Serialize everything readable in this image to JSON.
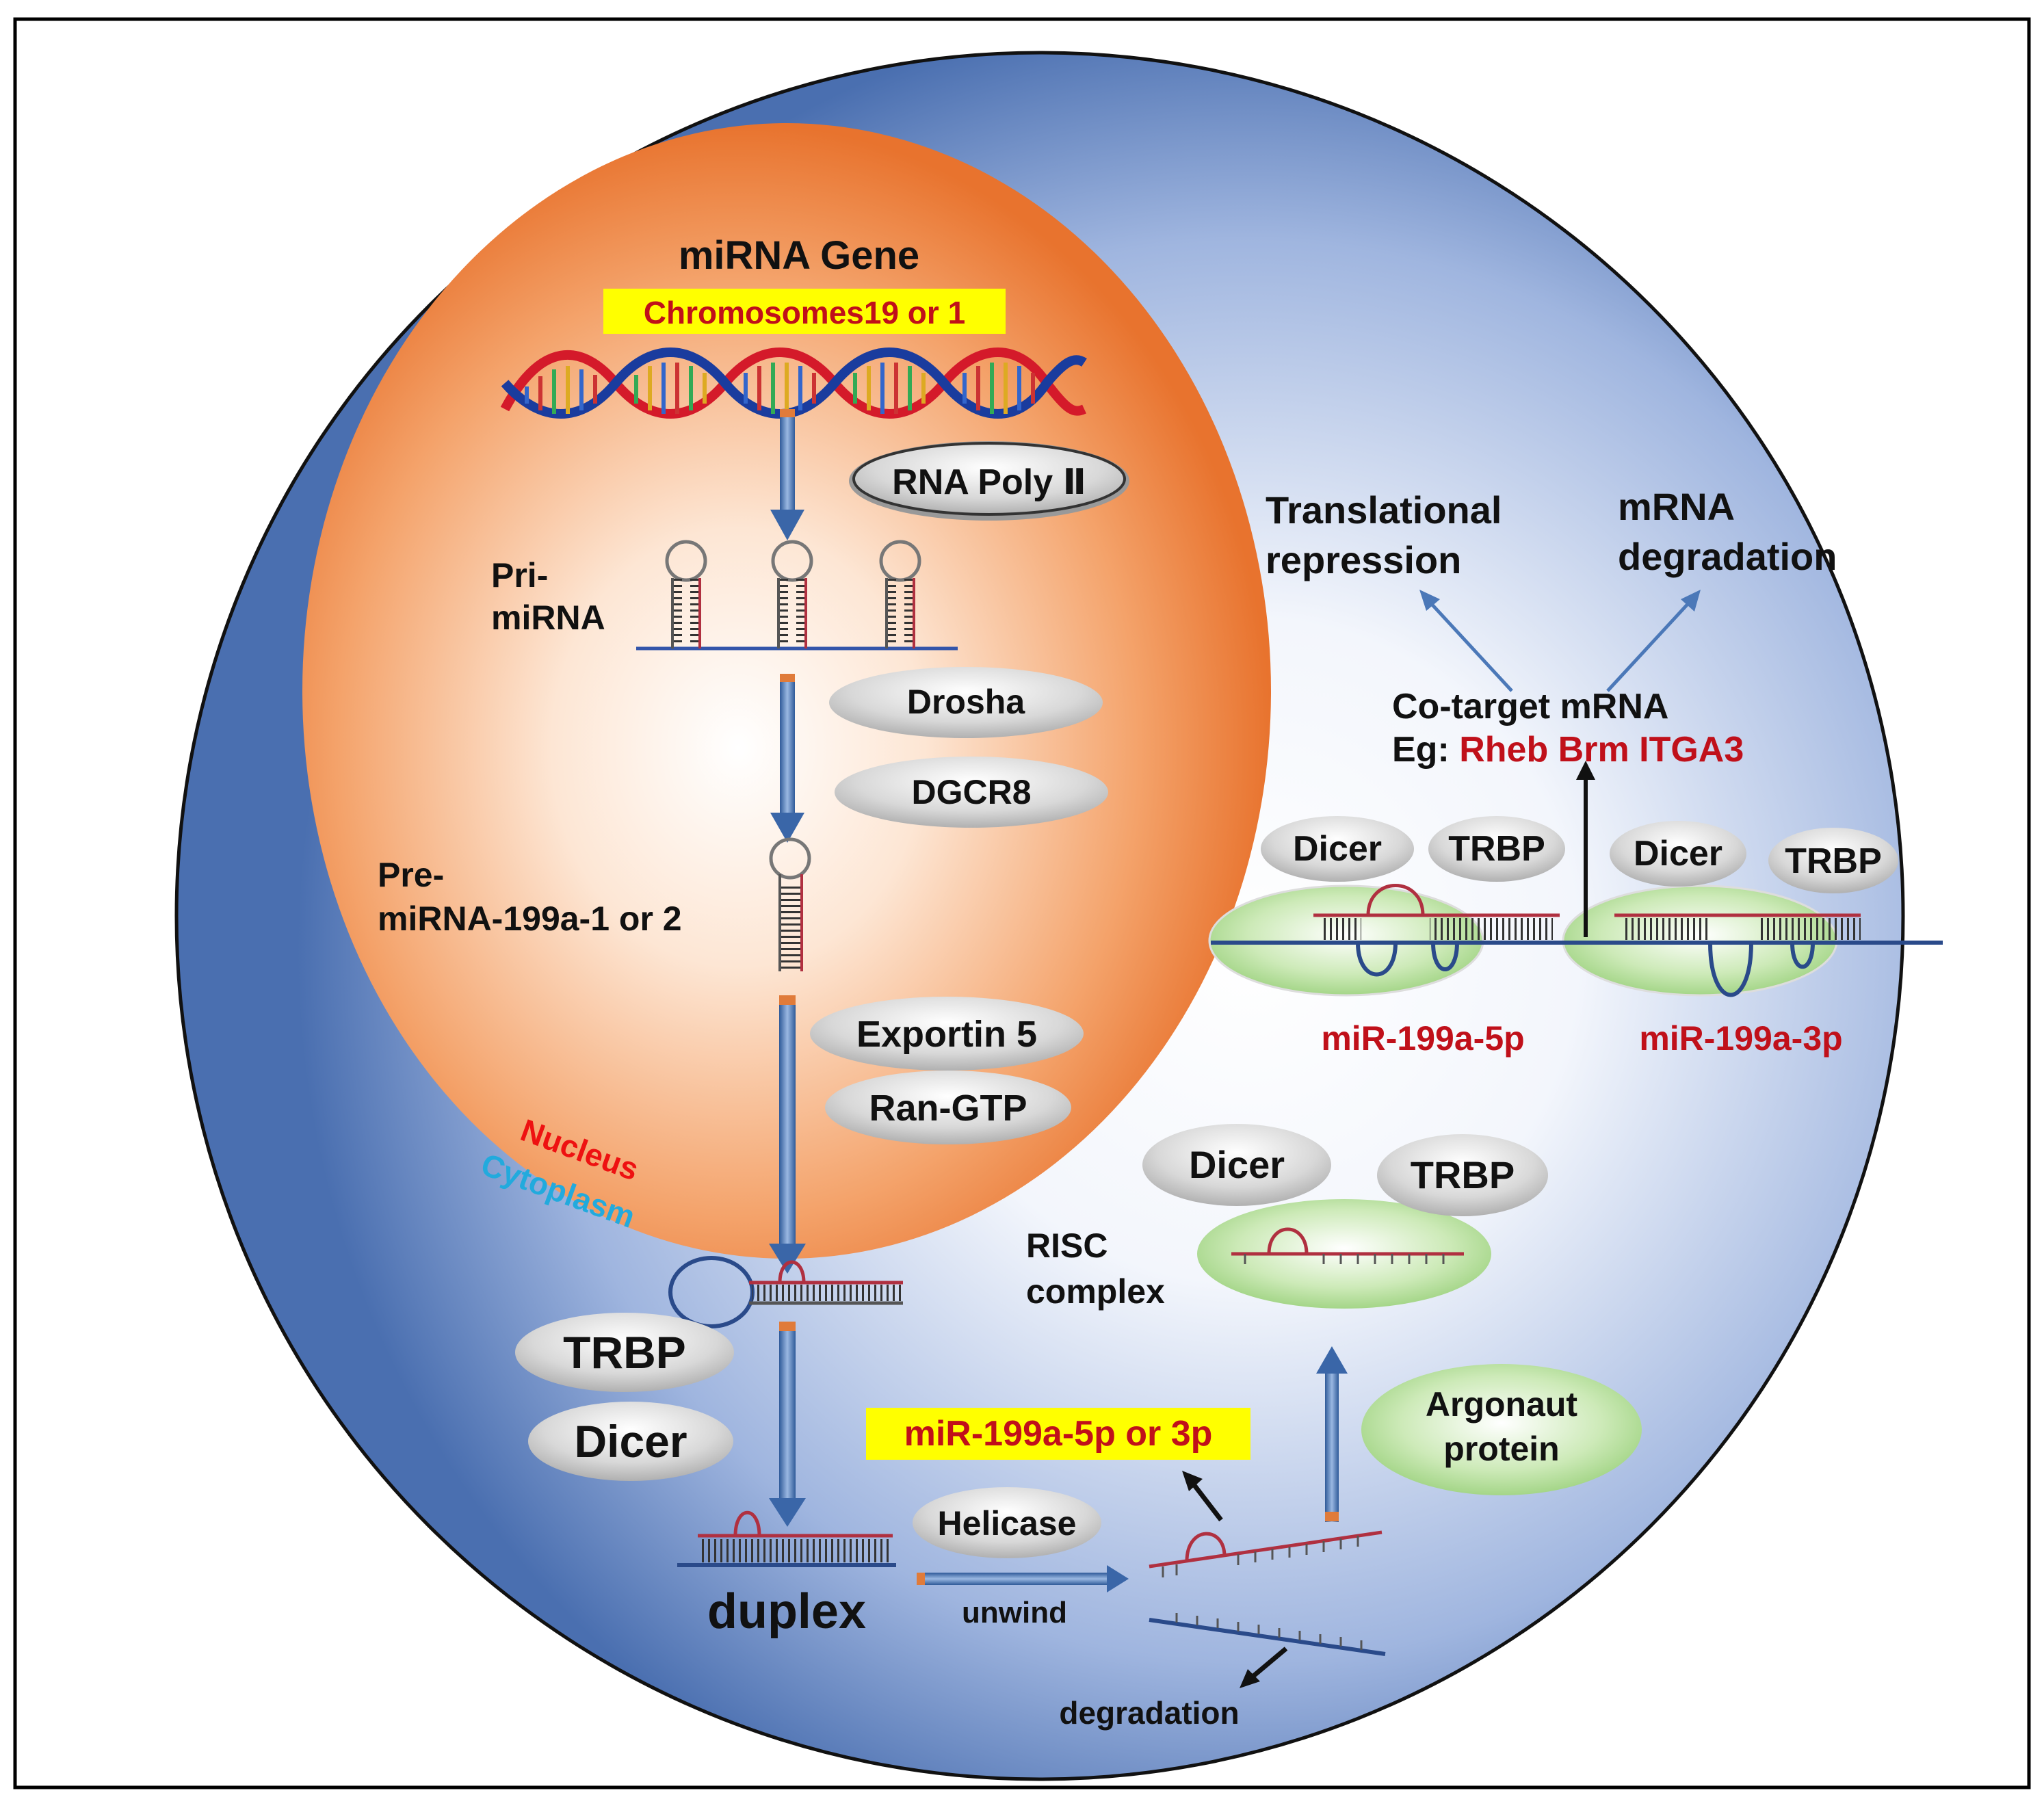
{
  "labels": {
    "mirna_gene": "miRNA  Gene",
    "chromosomes": "Chromosomes19 or 1",
    "rna_poly": "RNA Poly Ⅱ",
    "pri_line1": "Pri-",
    "pri_line2": "miRNA",
    "drosha": "Drosha",
    "dgcr8": "DGCR8",
    "pre_line1": "Pre-",
    "pre_line2": "miRNA-199a-1 or 2",
    "exportin": "Exportin 5",
    "ran_gtp": "Ran-GTP",
    "nucleus": "Nucleus",
    "cytoplasm": "Cytoplasm",
    "trbp_left": "TRBP",
    "dicer_left": "Dicer",
    "duplex": "duplex",
    "helicase": "Helicase",
    "unwind": "unwind",
    "degradation": "degradation",
    "mir_5p_or_3p": "miR-199a-5p or 3p",
    "argonaut_line1": "Argonaut",
    "argonaut_line2": "protein",
    "risc_line1": "RISC",
    "risc_line2": "complex",
    "dicer_risc": "Dicer",
    "trbp_risc": "TRBP",
    "mir_5p": "miR-199a-5p",
    "mir_3p": "miR-199a-3p",
    "dicer_5p": "Dicer",
    "trbp_5p": "TRBP",
    "dicer_3p": "Dicer",
    "trbp_3p": "TRBP",
    "cotarget": "Co-target mRNA",
    "eg_prefix": "Eg: ",
    "eg_targets": "Rheb Brm ITGA3",
    "trans_line1": "Translational",
    "trans_line2": "repression",
    "mrna_line1": "mRNA",
    "mrna_line2": "degradation"
  },
  "colors": {
    "cell_edge": "#4a6fb0",
    "cell_center": "#ffffff",
    "nucleus_edge": "#e8732e",
    "nucleus_center": "#fffaf5",
    "highlight": "#ffff00",
    "target_red": "#c0101a",
    "nucleus_red": "#ee1111",
    "cytoplasm_cyan": "#22aadd",
    "arrow_blue": "#4b78b8",
    "pill_gray": "#d3d3d3",
    "green": "#a8d88a",
    "rna_red": "#b03040"
  }
}
